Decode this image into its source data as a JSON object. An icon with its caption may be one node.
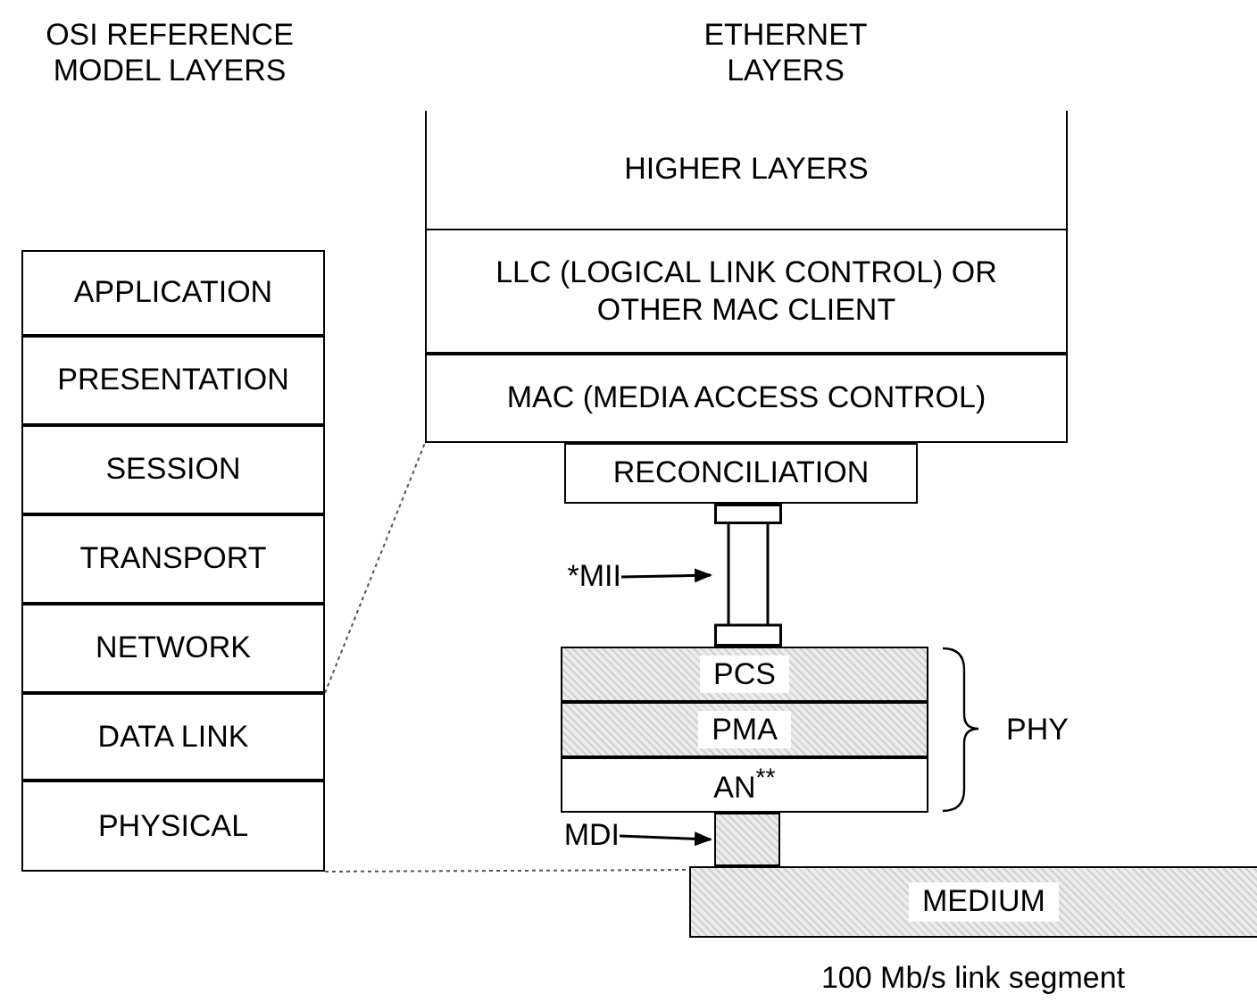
{
  "diagram": {
    "nodes": [
      {
        "text": [
          "APPLICATION"
        ]
      },
      {
        "text": [
          "PRESENTATION"
        ]
      },
      {
        "text": [
          "SESSION"
        ]
      },
      {
        "text": [
          "TRANSPORT"
        ]
      },
      {
        "text": [
          "NETWORK"
        ]
      },
      {
        "text": [
          "DATA LINK"
        ]
      },
      {
        "text": [
          "PHYSICAL"
        ]
      },
      {
        "text": [
          "HIGHER LAYERS"
        ]
      },
      {
        "text": [
          "LLC (LOGICAL LINK CONTROL) OR OTHER MAC CLIENT"
        ]
      },
      {
        "text": [
          "MAC (MEDIA ACCESS CONTROL)"
        ]
      },
      {
        "text": [
          "RECONCILIATION"
        ]
      },
      {
        "text": [],
        "shape": "bar"
      },
      {
        "text": [
          "PCS"
        ]
      },
      {
        "text": [
          "PMA"
        ]
      },
      {
        "text": [
          "AN$^{**}$"
        ]
      },
      {
        "text": [],
        "shape": "box"
      },
      {
        "text": [
          "MEDIUM"
        ]
      },
      {
        "text": [
          "*MII"
        ]
      },
      {
        "text": [
          "MDI"
        ]
      }
    ],
    "edges": [
      {
        "from": 17,
        "to": 11,
        "arrow": "to"
      },
      {
        "from": 18,
        "to": 15,
        "arrow": "to"
      },
      {
        "from": 5,
        "to": 9,
        "arrow": "none",
        "style": "dashed",
        "color": "#555555"
      },
      {
        "from": 6,
        "to": 16,
        "arrow": "none",
        "style": "dashed",
        "color": "#555555"
      }
    ],
    "labels": [
      "OSI REFERENCE MODEL LAYERS",
      "ETHERNET LAYERS",
      "PHY",
      "100 Mb/s link segment"
    ]
  }
}
